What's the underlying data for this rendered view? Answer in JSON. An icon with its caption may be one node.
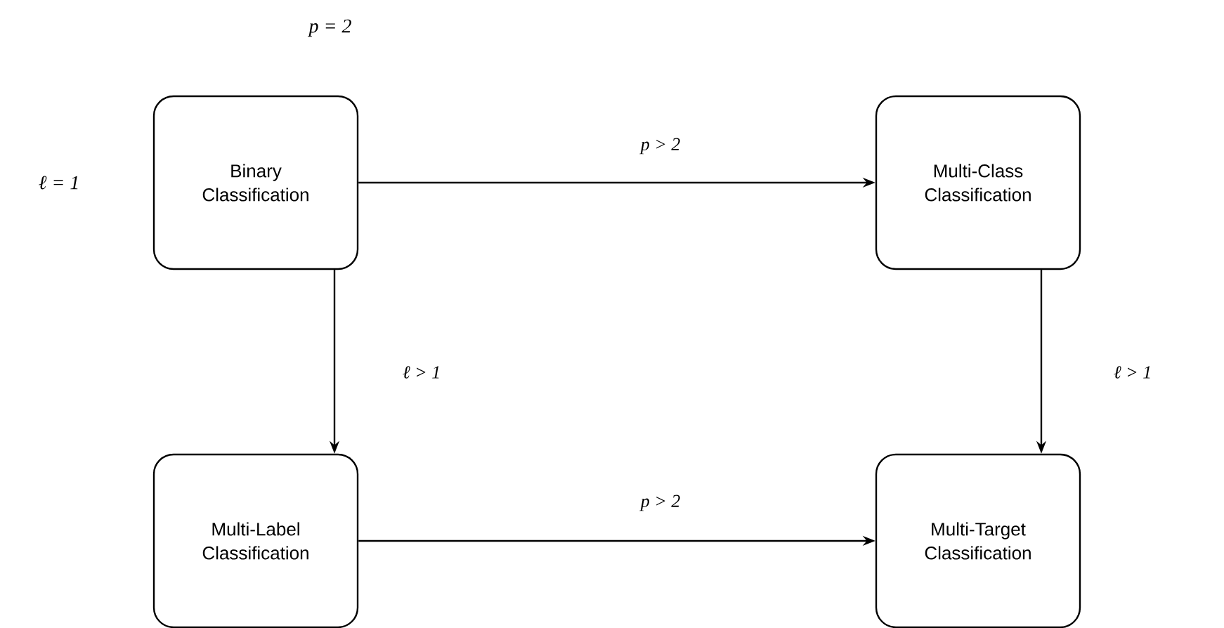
{
  "diagram": {
    "nodes": [
      {
        "text": [
          "Binary Classification"
        ]
      },
      {
        "text": [
          "Multi-Class Classification"
        ]
      },
      {
        "text": [
          "Multi-Label Classification"
        ]
      },
      {
        "text": [
          "Multi-Target Classification"
        ]
      }
    ],
    "edges": [
      {
        "from": 0,
        "to": 1,
        "arrow": "to",
        "label": "p > 2"
      },
      {
        "from": 0,
        "to": 2,
        "arrow": "to",
        "label": "ℓ > 1"
      },
      {
        "from": 1,
        "to": 3,
        "arrow": "to",
        "label": "ℓ > 1"
      },
      {
        "from": 2,
        "to": 3,
        "arrow": "to",
        "label": "p > 2"
      }
    ],
    "labels": [
      "p = 2",
      "ℓ = 1"
    ]
  }
}
